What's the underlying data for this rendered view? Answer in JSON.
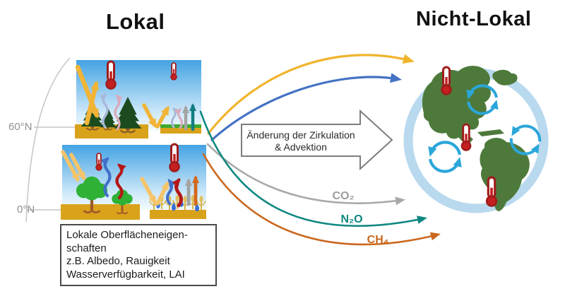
{
  "titles": {
    "local": "Lokal",
    "nonlocal": "Nicht-Lokal"
  },
  "latitude_axis": {
    "labels": [
      "60°N",
      "0°N"
    ]
  },
  "center_arrow": {
    "line1": "Änderung der Zirkulation",
    "line2": "& Advektion"
  },
  "gas_arrows": [
    {
      "label": "CO₂",
      "color": "#a9a9a9"
    },
    {
      "label": "N₂O",
      "color": "#0e8781"
    },
    {
      "label": "CH₄",
      "color": "#ca681f"
    }
  ],
  "info_box": {
    "text": "Lokale Oberflächeneigen-\nschaften\nz.B. Albedo, Rauigkeit\nWasserverfügbarkeit, LAI"
  },
  "flow_arrows": {
    "warming_transport_color": "#f0b42e",
    "circulation_transport_color": "#4472c4"
  },
  "colors": {
    "globe_ring": "#b9d9ee",
    "globe_land": "#4d7a3b",
    "cycle_arrows": "#2ba6da",
    "thermometer": "#c42020",
    "sky_top": "#44a3e3",
    "soil": "#d9a21b",
    "conifer": "#1d4b20",
    "broadleaf": "#2eb135"
  },
  "icons": {
    "thermometer": "thermometer-icon",
    "circulation_cycle": "cycle-arrows-icon",
    "globe": "globe-icon",
    "radiation": "radiation-arrow-icon",
    "conifer_tree": "conifer-tree-icon",
    "broadleaf_tree": "broadleaf-tree-icon",
    "crops": "crops-icon",
    "water_droplet": "water-droplet-icon"
  }
}
